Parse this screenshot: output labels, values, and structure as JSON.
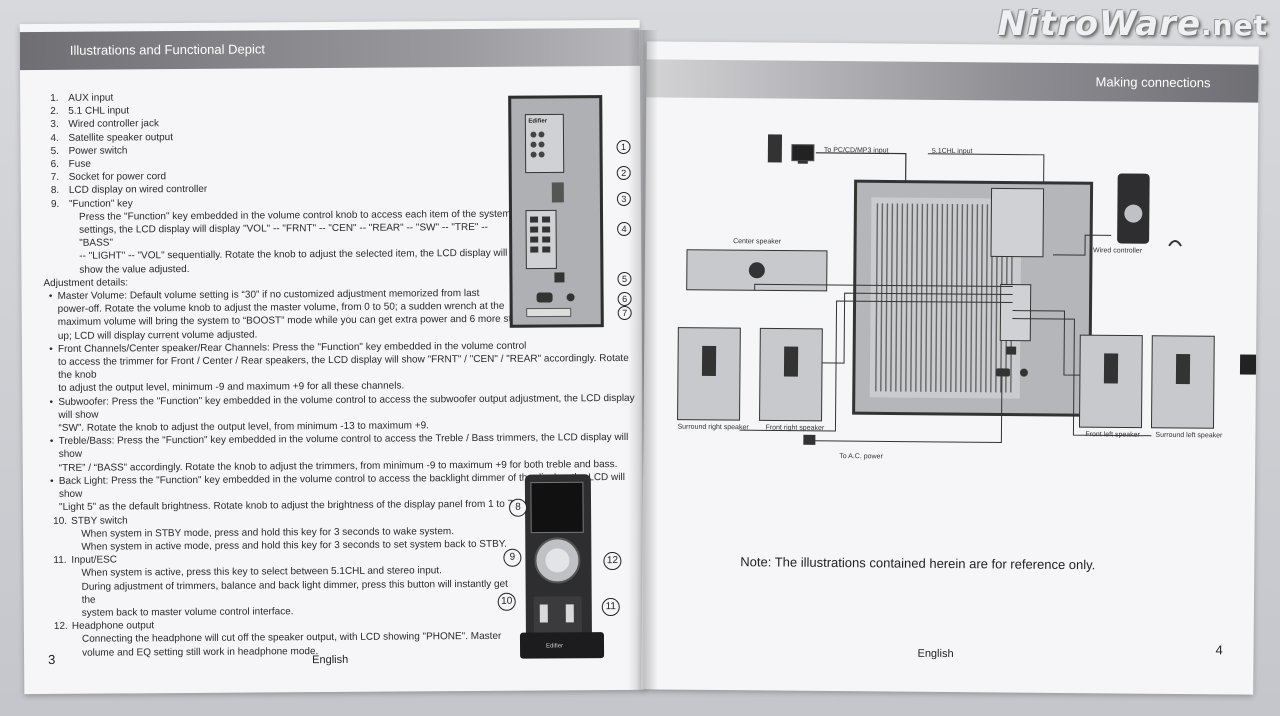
{
  "watermark": {
    "brand": "NitroWare",
    "tld": ".net"
  },
  "left_page": {
    "header": "Illustrations and Functional Depict",
    "items": [
      {
        "num": "1.",
        "text": "AUX input"
      },
      {
        "num": "2.",
        "text": "5.1 CHL input"
      },
      {
        "num": "3.",
        "text": "Wired controller jack"
      },
      {
        "num": "4.",
        "text": "Satellite speaker output"
      },
      {
        "num": "5.",
        "text": "Power switch"
      },
      {
        "num": "6.",
        "text": "Fuse"
      },
      {
        "num": "7.",
        "text": "Socket for power cord"
      },
      {
        "num": "8.",
        "text": "LCD display on wired controller"
      },
      {
        "num": "9.",
        "text": "\"Function\" key"
      }
    ],
    "function_key_desc": [
      "Press the \"Function\" key embedded in the volume control knob to access each item of the system",
      "settings, the LCD display will display \"VOL\" -- \"FRNT\" -- \"CEN\" -- \"REAR\" -- \"SW\" -- \"TRE\" -- \"BASS\"",
      "-- \"LIGHT\" -- \"VOL\" sequentially. Rotate the knob to adjust the selected item, the LCD display will",
      "show the value adjusted."
    ],
    "adjustment_heading": "Adjustment details:",
    "bullets": [
      {
        "lines": [
          "Master Volume: Default volume setting is “30” if no customized adjustment memorized from last",
          "power-off. Rotate the volume knob to adjust the master volume, from 0 to 50; a sudden wrench at the",
          "maximum volume will bring the system to “BOOST” mode while you can get extra power and 6 more steps",
          "up; LCD will display current volume adjusted."
        ]
      },
      {
        "lines": [
          "Front Channels/Center speaker/Rear Channels: Press the \"Function\" key embedded in the volume control",
          "to access the trimmer for Front / Center / Rear speakers, the LCD display will show \"FRNT\" / \"CEN\" / \"REAR\" accordingly. Rotate the knob",
          "to adjust the output level, minimum -9 and maximum +9 for all these channels."
        ]
      },
      {
        "lines": [
          "Subwoofer: Press the \"Function\" key embedded in the volume control to access the subwoofer output adjustment, the LCD display will show",
          "“SW”. Rotate the knob to adjust the output level, from minimum -13 to maximum +9."
        ]
      },
      {
        "lines": [
          "Treble/Bass: Press the \"Function\" key embedded in the volume control to access the Treble / Bass trimmers, the LCD display will show",
          "“TRE” / “BASS” accordingly. Rotate the knob to adjust the trimmers, from minimum -9 to maximum +9 for both treble and bass."
        ]
      },
      {
        "lines": [
          "Back Light: Press the \"Function\" key embedded in the volume control to access the backlight dimmer of the display, the LCD will show",
          "\"Light 5\" as the default brightness. Rotate knob to adjust the brightness of the display panel from 1 to 7."
        ]
      }
    ],
    "later_items": [
      {
        "num": "10.",
        "title": "STBY switch",
        "lines": [
          "When system in STBY mode, press and hold this key for 3 seconds to wake system.",
          "When system in active mode, press and hold this key for 3 seconds to set system back to STBY."
        ]
      },
      {
        "num": "11.",
        "title": "Input/ESC",
        "lines": [
          "When system is active, press this key to select between 5.1CHL and stereo input.",
          "During adjustment of trimmers, balance and back light dimmer, press this button will instantly get the",
          "system back to master volume control interface."
        ]
      },
      {
        "num": "12.",
        "title": "Headphone output",
        "lines": [
          "Connecting the headphone will cut off the speaker output, with LCD showing \"PHONE\". Master",
          "volume and EQ setting still work in headphone mode."
        ]
      }
    ],
    "panel_callouts": [
      "1",
      "2",
      "3",
      "4",
      "5",
      "6",
      "7"
    ],
    "device_callouts": [
      "8",
      "9",
      "10",
      "11",
      "12"
    ],
    "panel_brand": "Edifier",
    "device_brand": "Edifier",
    "page_number": "3",
    "footer_language": "English"
  },
  "right_page": {
    "header": "Making connections",
    "labels": {
      "pc_input": "To PC/CD/MP3 input",
      "chl_input": "5.1CHL input",
      "center": "Center speaker",
      "wired_controller": "Wired controller",
      "surround_right": "Surround right speaker",
      "front_right": "Front right speaker",
      "front_left": "Front left speaker",
      "surround_left": "Surround left speaker",
      "ac_power": "To A.C. power"
    },
    "note": "Note: The illustrations contained herein are for reference only.",
    "page_number": "4",
    "footer_language": "English"
  }
}
